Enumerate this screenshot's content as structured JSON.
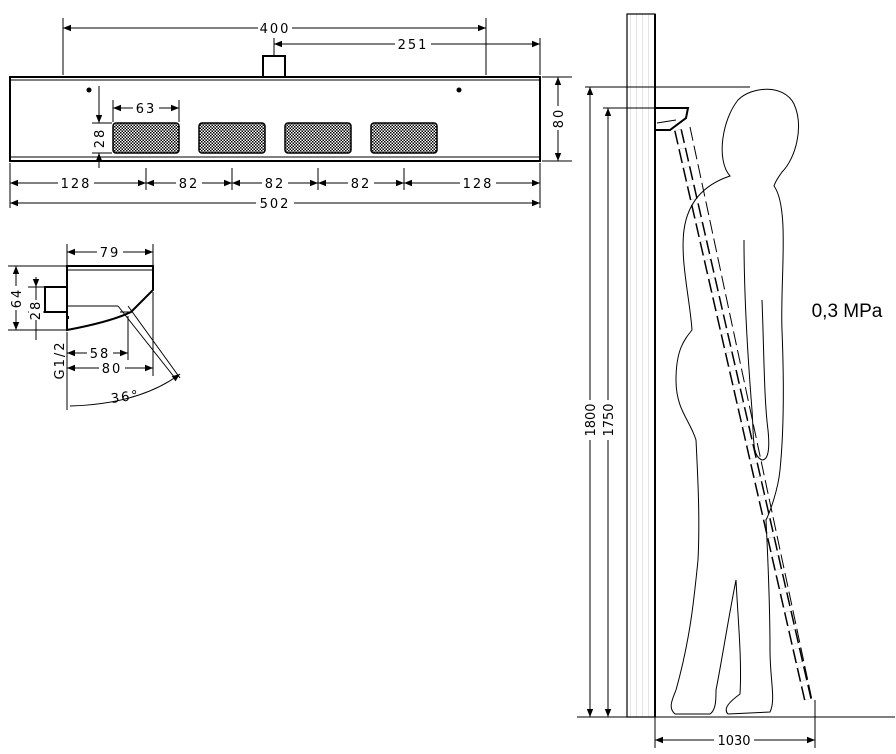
{
  "front_view": {
    "dim_400": "400",
    "dim_251": "251",
    "dim_63": "63",
    "dim_28": "28",
    "dim_80": "80",
    "dim_128_left": "128",
    "dim_82_a": "82",
    "dim_82_b": "82",
    "dim_82_c": "82",
    "dim_128_right": "128",
    "dim_502": "502"
  },
  "side_view": {
    "dim_79": "79",
    "dim_64": "64",
    "dim_28": "28",
    "dim_g12": "G1/2",
    "dim_58": "58",
    "dim_80": "80",
    "dim_angle": "36°"
  },
  "installation": {
    "dim_1800": "1800",
    "dim_1750": "1750",
    "dim_1030": "1030",
    "pressure": "0,3 MPa"
  }
}
